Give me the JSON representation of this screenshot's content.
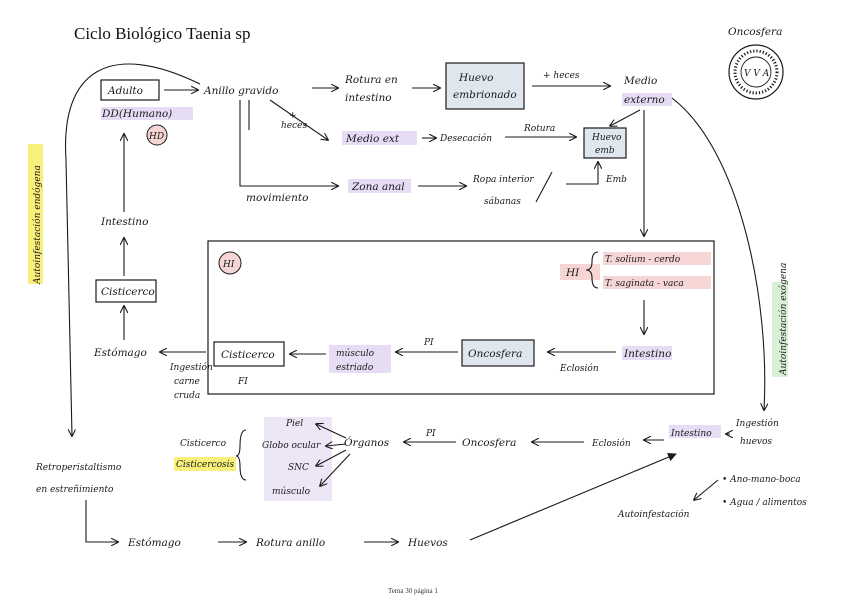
{
  "title": "Ciclo Biológico Taenia sp",
  "footer": "Tema 30 página 1",
  "colors": {
    "lavender": "#e6dcf3",
    "pink": "#f6d5d5",
    "yellow": "#f7f07a",
    "green": "#d8f0d8",
    "box_fill": "#dfe6ee",
    "ink": "#1a1a1a"
  },
  "labels": {
    "oncosfera_top": "Oncosfera",
    "oncosfera_glyphs": "V V A",
    "adulto": "Adulto",
    "dh_humano": "DD(Humano)",
    "hd": "HD",
    "anillo_gravido": "Anillo gravido",
    "rotura_intestino_1": "Rotura en",
    "rotura_intestino_2": "intestino",
    "huevo_embrionado_1": "Huevo",
    "huevo_embrionado_2": "embrionado",
    "mas_heces_1": "+ heces",
    "medio_externo_1": "Medio",
    "medio_externo_2": "externo",
    "mas_heces_2a": "+",
    "mas_heces_2b": "heces",
    "medio_ext": "Medio ext",
    "desecacion": "Desecación",
    "rotura": "Rotura",
    "huevo_emb_1": "Huevo",
    "huevo_emb_2": "emb",
    "emb": "Emb",
    "movimiento": "movimiento",
    "zona_anal": "Zona anal",
    "ropa_interior_1": "Ropa interior",
    "ropa_interior_2": "sábanas",
    "intestino_left": "Intestino",
    "cisticerco_box": "Cisticerco",
    "estomago_left": "Estómago",
    "autoinfestacion_endogena": "Autoinfestación endógena",
    "autoinfestacion_exogena": "Autoinfestación exógena",
    "hi_circle": "HI",
    "hi_brace": "HI",
    "t_solium": "T. solium - cerdo",
    "t_saginata": "T. saginata - vaca",
    "intestino_box": "Intestino",
    "eclosion_box": "Eclosión",
    "oncosfera_box": "Oncosfera",
    "pi_box": "PI",
    "musculo_estriado_1": "músculo",
    "musculo_estriado_2": "estriado",
    "cisticerco_box2": "Cisticerco",
    "fi": "FI",
    "ingestion_carne_1": "Ingestión",
    "ingestion_carne_2": "carne",
    "ingestion_carne_3": "cruda",
    "retroperistaltismo_1": "Retroperistaltismo",
    "retroperistaltismo_2": "en estreñimiento",
    "cisticerco_lower": "Cisticerco",
    "cisticercosis": "Cisticercosis",
    "piel": "Piel",
    "globo_ocular": "Globo ocular",
    "snc": "SNC",
    "musculo": "músculo",
    "organos": "Órganos",
    "pi_lower": "PI",
    "oncosfera_lower": "Oncosfera",
    "eclosion_lower": "Eclosión",
    "intestino_lower": "Intestino",
    "ingestion_huevos_1": "Ingestión",
    "ingestion_huevos_2": "huevos",
    "ano_mano_boca": "• Ano-mano-boca",
    "agua_alimentos": "• Agua / alimentos",
    "autoinfestacion": "Autoinfestación",
    "estomago_bottom": "Estómago",
    "rotura_anillo": "Rotura anillo",
    "huevos": "Huevos"
  }
}
